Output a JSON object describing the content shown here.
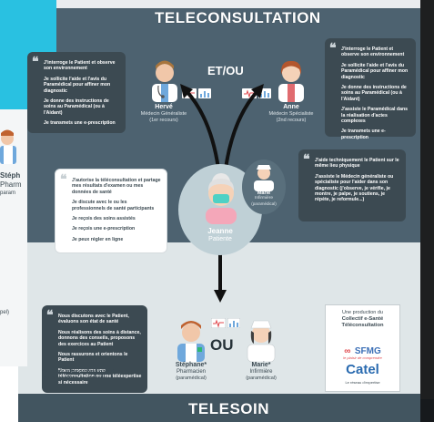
{
  "top_title": "TELECONSULTATION",
  "bottom_title": "TELESOIN",
  "et_ou": "ET/OU",
  "ou": "OU",
  "herve": {
    "name": "Hervé",
    "role": "Médecin Généraliste",
    "level": "(1er recours)"
  },
  "anne": {
    "name": "Anne",
    "role": "Médecin Spécialiste",
    "level": "(2nd recours)"
  },
  "jeanne": {
    "name": "Jeanne",
    "role": "Patiente"
  },
  "marie_top": {
    "name": "Marie",
    "role": "Infirmière",
    "level": "(paramédical)"
  },
  "stephane": {
    "name": "Stéphane*",
    "role": "Pharmacien",
    "level": "(paramédical)"
  },
  "marie_bottom": {
    "name": "Marie*",
    "role": "Infirmière",
    "level": "(paramédical)"
  },
  "left_edge": {
    "name": "Stéph",
    "role": "Pharm",
    "level": "param",
    "extra": "pel)"
  },
  "bubble_herve": [
    "J'interroge le Patient et observe son environnement",
    "Je sollicite l'aide et l'avis du Paramédical pour affiner mon diagnostic",
    "Je donne des instructions de soins au Paramédical (ou à l'Aidant)",
    "Je transmets une e-prescription"
  ],
  "bubble_anne": [
    "J'interroge le Patient et observe son environnement",
    "Je sollicite l'aide et l'avis du Paramédical pour affiner mon diagnostic",
    "Je donne des instructions de soins au Paramédical (ou à l'Aidant)",
    "J'assiste le Paramédical dans la réalisation d'actes complexes",
    "Je transmets une e-prescription"
  ],
  "bubble_jeanne": [
    "J'autorise la téléconsultation et partage mes résultats d'examen ou mes données de santé",
    "Je discute avec le ou les professionnels de santé participants",
    "Je reçois des soins assistés",
    "Je reçois une e-prescription",
    "Je peux régler en ligne"
  ],
  "bubble_marie": [
    "J'aide techniquement le Patient sur le même lieu physique",
    "J'assiste le Médecin généraliste ou spécialiste pour l'aider dans son diagnostic (j'observe, je vérifie, je montre, je palpe, je soutiens, je répète, je reformule...)"
  ],
  "bubble_telesoin": [
    "Nous discutons avec le Patient, évaluons son état de santé",
    "Nous réalisons des soins à distance, donnons des conseils, proposons des exercices au Patient",
    "Nous rassurons et orientons le Patient",
    "Nous proposons une téléconsultation ou une téléexpertise si nécessaire"
  ],
  "footnote": "*ou toute autre profession autorisée par la réglementation en vigueur",
  "production": {
    "line1": "Une production du",
    "line2": "Collectif e-Santé Téléconsultation",
    "sfmg": "SFMG",
    "sfmg_tagline": "le plaisir de comprendre",
    "catel": "Catel",
    "catel_tagline": "Le réseau d'expertise"
  },
  "colors": {
    "dark_teal": "#4d6270",
    "bubble": "#3c4a52",
    "pale": "#bfd0d6",
    "accent_cyan": "#29c1e1",
    "ou_bg": "#dfe6e8"
  }
}
